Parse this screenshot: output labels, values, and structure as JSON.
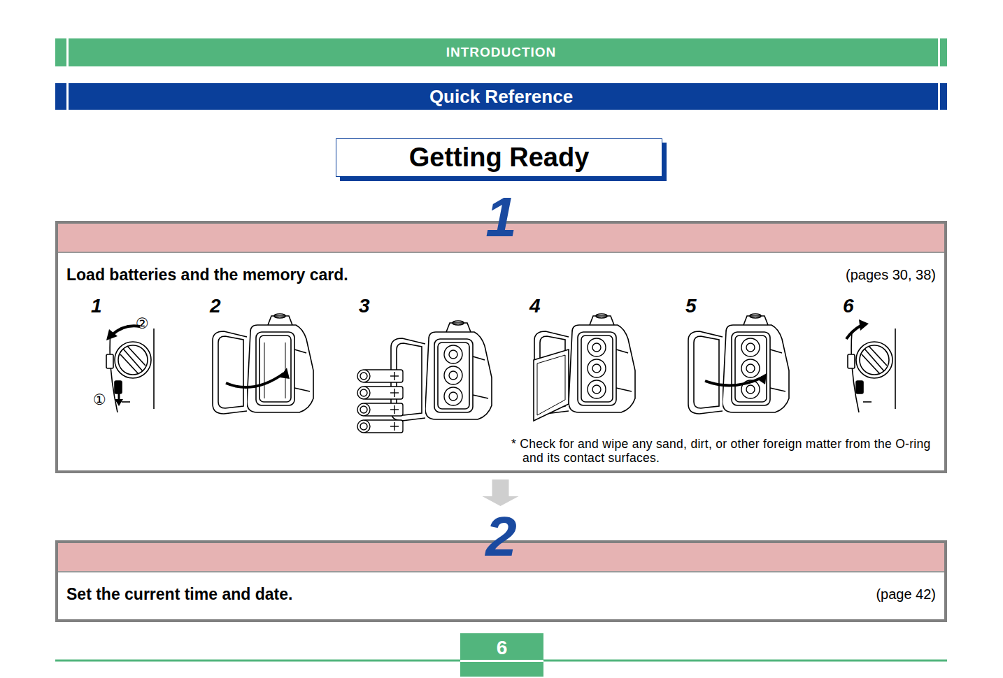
{
  "diagram": {
    "nodes": [
      {
        "text": [
          "INTRODUCTION"
        ]
      },
      {
        "text": [
          "Quick Reference"
        ]
      },
      {
        "text": [
          "Getting Ready"
        ]
      },
      {
        "text": [
          "1",
          "Load batteries and the memory card.",
          "(pages 30, 38)",
          "* Check for and wipe any sand, dirt, or other foreign matter from the O-ring and its contact surfaces."
        ]
      },
      {
        "text": [
          "2",
          "Set the current time and date.",
          "(page 42)"
        ]
      },
      {
        "text": [
          "6"
        ]
      }
    ],
    "edges": [
      {
        "from": 3,
        "to": 4,
        "arrow": "to"
      }
    ],
    "labels": [
      "1",
      "2",
      "3",
      "4",
      "5",
      "6",
      "①",
      "②"
    ]
  }
}
